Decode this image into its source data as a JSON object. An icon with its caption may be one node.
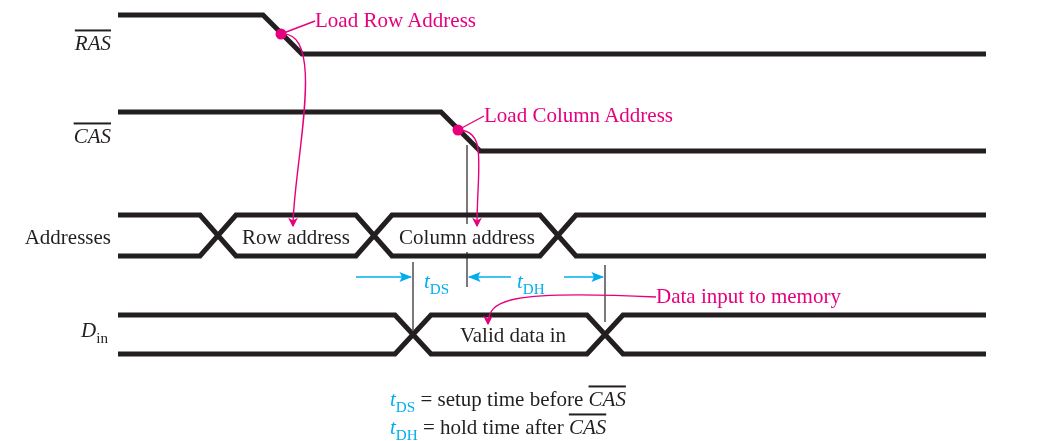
{
  "diagram": {
    "nodes": [
      {
        "text": [
          "Load Row Address"
        ]
      },
      {
        "text": [
          "Row address"
        ]
      },
      {
        "text": [
          "Load Column Address"
        ]
      },
      {
        "text": [
          "Column address"
        ]
      },
      {
        "text": [
          "Data input to memory"
        ]
      },
      {
        "text": [
          "Valid data in"
        ]
      }
    ],
    "edges": [
      {
        "from": 0,
        "to": 1,
        "arrow": "to"
      },
      {
        "from": 2,
        "to": 3,
        "arrow": "to"
      },
      {
        "from": 4,
        "to": 5,
        "arrow": "to"
      }
    ],
    "labels": [
      "RAS",
      "CAS",
      "Addresses",
      "D$_{in}$",
      "t$_{DS}$",
      "t$_{DH}$",
      "t$_{DS}$ = setup time before CAS",
      "t$_{DH}$ = hold time after CAS"
    ]
  }
}
